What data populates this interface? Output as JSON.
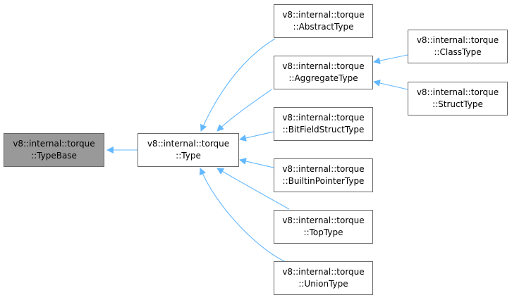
{
  "diagram": {
    "edge_color": "#63b8ff",
    "root_fill": "#999999",
    "nodes": {
      "typebase": {
        "line1": "v8::internal::torque",
        "line2": "::TypeBase"
      },
      "type": {
        "line1": "v8::internal::torque",
        "line2": "::Type"
      },
      "abstracttype": {
        "line1": "v8::internal::torque",
        "line2": "::AbstractType"
      },
      "aggregatetype": {
        "line1": "v8::internal::torque",
        "line2": "::AggregateType"
      },
      "bitfieldstruct": {
        "line1": "v8::internal::torque",
        "line2": "::BitFieldStructType"
      },
      "builtinpointer": {
        "line1": "v8::internal::torque",
        "line2": "::BuiltinPointerType"
      },
      "toptype": {
        "line1": "v8::internal::torque",
        "line2": "::TopType"
      },
      "uniontype": {
        "line1": "v8::internal::torque",
        "line2": "::UnionType"
      },
      "classtype": {
        "line1": "v8::internal::torque",
        "line2": "::ClassType"
      },
      "structtype": {
        "line1": "v8::internal::torque",
        "line2": "::StructType"
      }
    }
  }
}
